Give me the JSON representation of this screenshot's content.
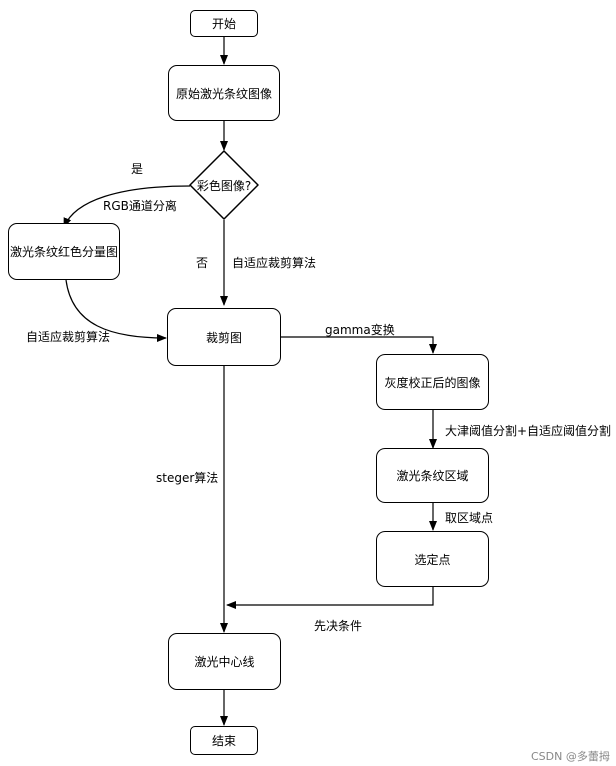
{
  "nodes": {
    "start": "开始",
    "original": "原始激光条纹图像",
    "decision": "彩色图像?",
    "red": "激光条纹红色分量图",
    "crop": "裁剪图",
    "gray": "灰度校正后的图像",
    "region": "激光条纹区域",
    "selected": "选定点",
    "center": "激光中心线",
    "end": "结束"
  },
  "edge_labels": {
    "yes": "是",
    "rgb": "RGB通道分离",
    "no": "否",
    "adaptive_crop_right": "自适应裁剪算法",
    "adaptive_crop_left": "自适应裁剪算法",
    "gamma": "gamma变换",
    "threshold": "大津阈值分割+自适应阈值分割",
    "pick_points": "取区域点",
    "steger": "steger算法",
    "prior": "先决条件"
  },
  "watermark": "CSDN @多蕾拇"
}
